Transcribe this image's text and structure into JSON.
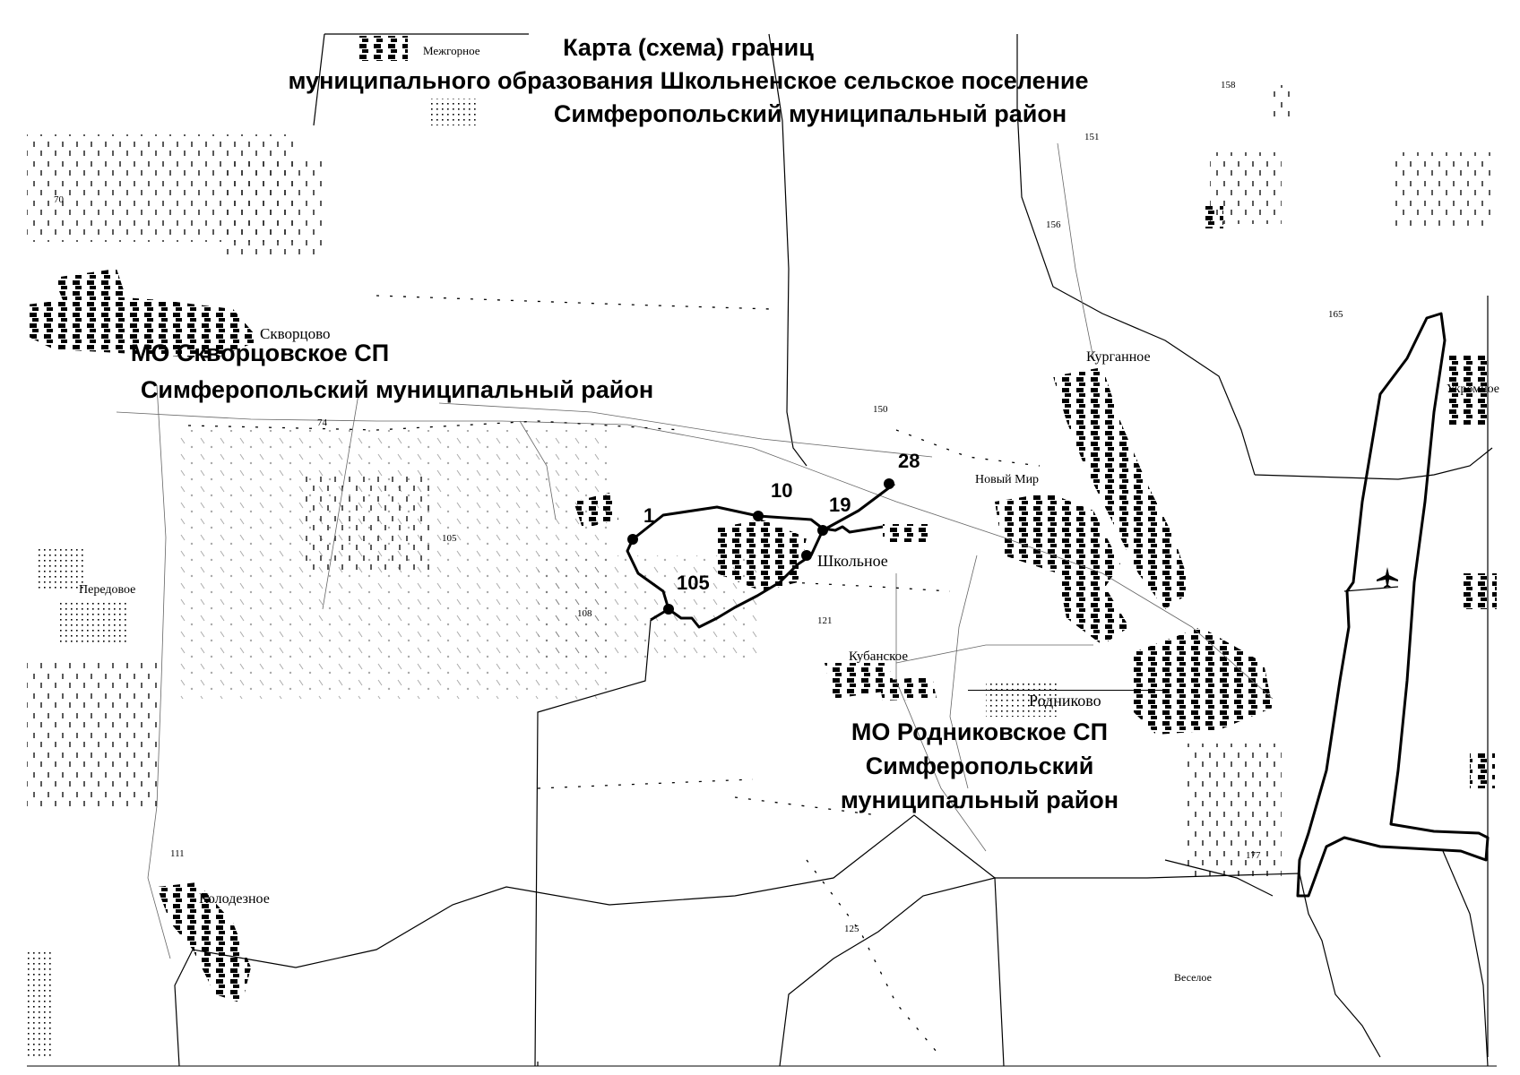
{
  "title": {
    "line1": "Карта (схема) границ",
    "line2": "муниципального образования Школьненское сельское поселение",
    "line3": "Симферопольский муниципальный район"
  },
  "neighbors": {
    "skvortsovo": {
      "line1": "МО Скворцовское СП",
      "line2": "Симферопольский муниципальный район"
    },
    "rodnikovo": {
      "line1": "МО Родниковское СП",
      "line2": "Симферопольский",
      "line3": "муниципальный район"
    }
  },
  "settlements": {
    "mezhgornoe": "Межгорное",
    "skvortsovo": "Скворцово",
    "peredovoe": "Передовое",
    "kolodeznoe": "Колодезное",
    "shkolnoe": "Школьное",
    "kubanskoe": "Кубанское",
    "rodnikovo": "Родниково",
    "novy_mir": "Новый Мир",
    "kurgannoe": "Курганное",
    "veseloe": "Веселое",
    "ukromnoe": "Укромное"
  },
  "point_labels": {
    "p1": "1",
    "p10": "10",
    "p19": "19",
    "p28": "28",
    "p105": "105"
  },
  "elevations": {
    "e158": "158",
    "e151": "151",
    "e156": "156",
    "e165": "165",
    "e150": "150",
    "e70": "70",
    "e74": "74",
    "e105": "105",
    "e108": "108",
    "e121": "121",
    "e111": "111",
    "e125": "125",
    "e177": "177"
  },
  "colors": {
    "ink": "#000000",
    "paper": "#ffffff"
  }
}
